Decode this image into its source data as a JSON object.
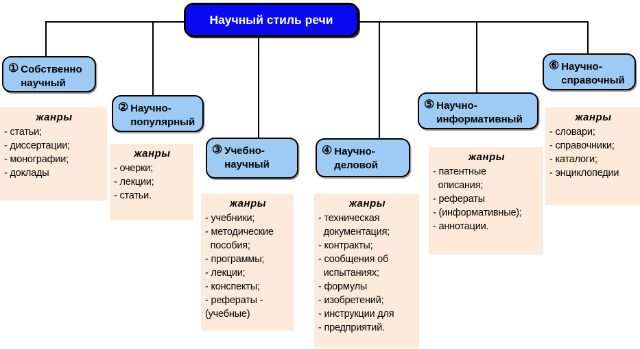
{
  "title": "Научный стиль речи",
  "genres_heading": "жанры",
  "branches": [
    {
      "number": "①",
      "label": "Собственно\nнаучный",
      "genres": [
        "- статьи;",
        "- диссертации;",
        "- монографии;",
        "- доклады"
      ]
    },
    {
      "number": "②",
      "label": "Научно-\nпопулярный",
      "genres": [
        "- очерки;",
        "- лекции;",
        "- статьи."
      ]
    },
    {
      "number": "③",
      "label": "Учебно-\nнаучный",
      "genres": [
        "- учебники;",
        "- методические",
        "  пособия;",
        "- программы;",
        "- лекции;",
        "- конспекты;",
        "- рефераты -",
        "(учебные)"
      ]
    },
    {
      "number": "④",
      "label": "Научно-\nделовой",
      "genres": [
        "- техническая",
        "  документация;",
        "- контракты;",
        "- сообщения об",
        "  испытаниях;",
        "- формулы",
        "- изобретений;",
        "- инструкции для",
        "- предприятий."
      ]
    },
    {
      "number": "⑤",
      "label": "Научно-\nинформативный",
      "genres": [
        "- патентные",
        "  описания;",
        "- рефераты",
        "- (информативные);",
        "- аннотации."
      ]
    },
    {
      "number": "⑥",
      "label": "Научно-\nсправочный",
      "genres": [
        "- словари;",
        "- справочники;",
        "- каталоги;",
        "- энциклопедии"
      ]
    }
  ],
  "colors": {
    "root-fill": "#0a0af2",
    "root-text": "#ffffff",
    "branch-fill": "#9ecbf4",
    "genre-fill": "#fdeada",
    "border": "#000000",
    "text": "#000000"
  }
}
